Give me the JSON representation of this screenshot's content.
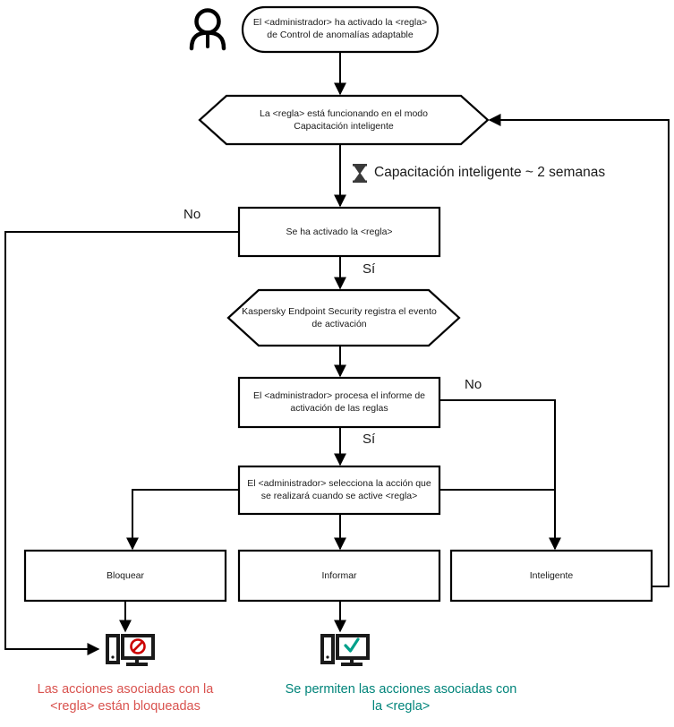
{
  "diagram": {
    "title": "Adaptive Anomaly Control rule flow",
    "type": "flowchart",
    "colors": {
      "stroke": "#000000",
      "text": "#1a1a1a",
      "blocked": "#d9534f",
      "allowed": "#00847a",
      "background": "#ffffff"
    },
    "actor": {
      "name": "administrator-actor",
      "icon": "person-icon"
    },
    "nodes": [
      {
        "id": "start",
        "shape": "rounded",
        "text": "El <administrador> ha activado la <regla>\nde Control de anomalías adaptable"
      },
      {
        "id": "training-mode",
        "shape": "hexagon",
        "text": "La <regla> está funcionando en el modo\nCapacitación inteligente"
      },
      {
        "id": "rule-triggered",
        "shape": "rect",
        "text": "Se ha activado la <regla>"
      },
      {
        "id": "kes-logs-event",
        "shape": "hexagon",
        "text": "Kaspersky Endpoint Security registra el evento\nde activación"
      },
      {
        "id": "admin-processes-report",
        "shape": "rect",
        "text": "El <administrador> procesa el informe de\nactivación de las reglas"
      },
      {
        "id": "admin-selects-action",
        "shape": "rect",
        "text": "El <administrador> selecciona la acción que\nse realizará cuando se active <regla>"
      },
      {
        "id": "action-block",
        "shape": "rect",
        "text": "Bloquear"
      },
      {
        "id": "action-inform",
        "shape": "rect",
        "text": "Informar"
      },
      {
        "id": "action-smart",
        "shape": "rect",
        "text": "Inteligente"
      }
    ],
    "notes": [
      {
        "id": "training-duration",
        "icon": "hourglass-icon",
        "text": "Capacitación inteligente ~ 2 semanas"
      }
    ],
    "edge_labels": [
      {
        "id": "no-rule-triggered",
        "text": "No"
      },
      {
        "id": "si-rule-triggered",
        "text": "Sí"
      },
      {
        "id": "no-report-processed",
        "text": "No"
      },
      {
        "id": "si-report-processed",
        "text": "Sí"
      }
    ],
    "outcomes": [
      {
        "id": "blocked-outcome",
        "icon": "computer-blocked-icon",
        "text": "Las acciones asociadas con la\n<regla> están bloqueadas",
        "color": "#d9534f"
      },
      {
        "id": "allowed-outcome",
        "icon": "computer-allowed-icon",
        "text": "Se permiten las acciones asociadas con\nla <regla>",
        "color": "#00847a"
      }
    ]
  }
}
